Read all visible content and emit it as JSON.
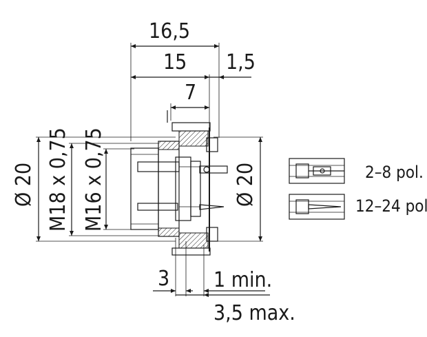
{
  "dimensions": {
    "overall_length": "16,5",
    "body_length": "15",
    "flange_offset": "1,5",
    "pin_length": "7",
    "left_diameter": "Ø 20",
    "thread_m18": "M18 x 0,75",
    "thread_m16": "M16 x 0,75",
    "right_diameter": "Ø 20",
    "panel_thickness": "3",
    "min_label": "1 min.",
    "max_label": "3,5 max."
  },
  "legend": {
    "variant_a": "2–8 pol.",
    "variant_b": "12–24 pol."
  }
}
